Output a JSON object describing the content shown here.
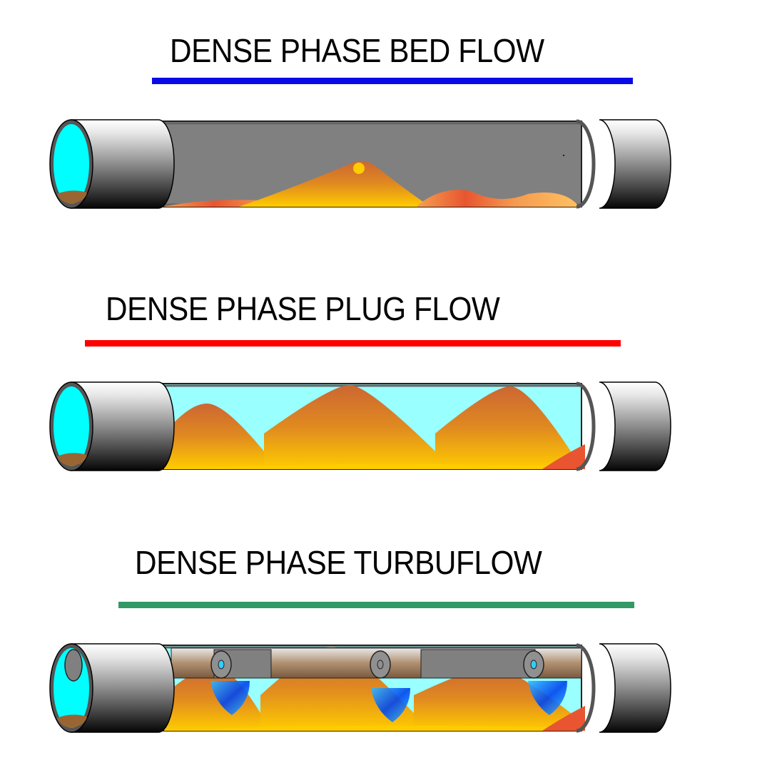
{
  "sections": [
    {
      "title": "DENSE PHASE BED FLOW",
      "rule_color": "#0a0ae6",
      "pipe_interior_color": "#808080",
      "regime": "bed"
    },
    {
      "title": "DENSE PHASE PLUG FLOW",
      "rule_color": "#ff0000",
      "pipe_interior_color": "#99ffff",
      "regime": "plug"
    },
    {
      "title": "DENSE PHASE TURBUFLOW",
      "rule_color": "#339966",
      "pipe_interior_color": "#99ffff",
      "regime": "turbuflow"
    }
  ],
  "colors": {
    "pipe_opening": "#00ffff",
    "material_light": "#ffcc00",
    "material_mid": "#e08a20",
    "material_dark": "#cc6633",
    "material_red": "#e85530",
    "sediment": "#996633",
    "air_blue": "#0044ee",
    "air_light": "#33bbff"
  }
}
